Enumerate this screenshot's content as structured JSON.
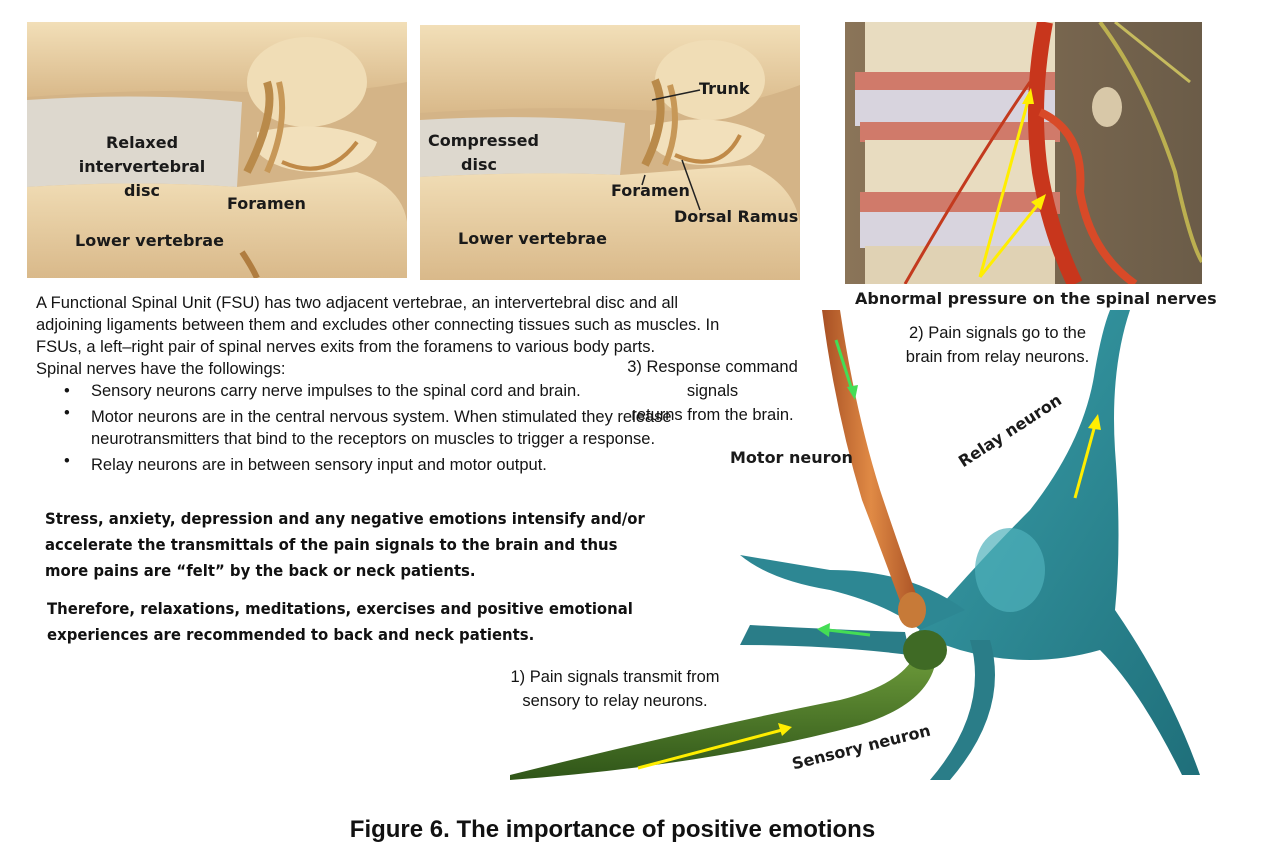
{
  "panels": {
    "relaxed": {
      "disc_label": [
        "Relaxed intervertebral",
        "disc"
      ],
      "foramen_label": "Foramen",
      "vertebrae_label": "Lower vertebrae"
    },
    "compressed": {
      "disc_label": [
        "Compressed",
        "disc"
      ],
      "trunk_label": "Trunk",
      "foramen_label": "Foramen",
      "dorsal_label": "Dorsal Ramus",
      "vertebrae_label": "Lower vertebrae"
    },
    "pressure": {
      "caption": "Abnormal pressure on the spinal nerves"
    }
  },
  "description": {
    "para1": "A Functional Spinal Unit (FSU) has two adjacent vertebrae, an intervertebral disc and all adjoining ligaments between them and excludes other connecting tissues such as muscles. In FSUs, a left–right pair of spinal nerves exits from the foramens to various body parts.",
    "para2": "Spinal nerves have the followings:",
    "bullets": [
      "Sensory neurons carry nerve impulses to the spinal cord and brain.",
      "Motor neurons are in the central nervous system. When stimulated they release neurotransmitters that bind to the receptors on muscles to trigger a response.",
      "Relay neurons are in between sensory input and motor output."
    ],
    "emphasis1": "Stress, anxiety, depression and any negative emotions intensify and/or accelerate the transmittals of the pain signals to the brain and thus more pains are “felt” by the back or neck patients.",
    "emphasis2": "Therefore, relaxations, meditations, exercises and positive emotional experiences are recommended to back and neck patients."
  },
  "neuron": {
    "step1": [
      "1) Pain signals transmit from",
      "sensory to relay neurons."
    ],
    "step2": [
      "2) Pain signals go to the",
      "brain from relay neurons."
    ],
    "step3": [
      "3) Response command signals",
      "returns from the brain."
    ],
    "motor_label": "Motor neuron",
    "relay_label": "Relay neuron",
    "sensory_label": "Sensory neuron"
  },
  "figure_title": "Figure 6. The importance of positive emotions",
  "colors": {
    "bone": "#ead2a6",
    "disc": "#dcd6cc",
    "nerve_red": "#d9401f",
    "neuron_teal": "#2e8a96",
    "motor_orange": "#d07030",
    "sensory_green": "#4e7a2a",
    "arrow_yellow": "#ffee00",
    "arrow_green": "#44dd55"
  }
}
